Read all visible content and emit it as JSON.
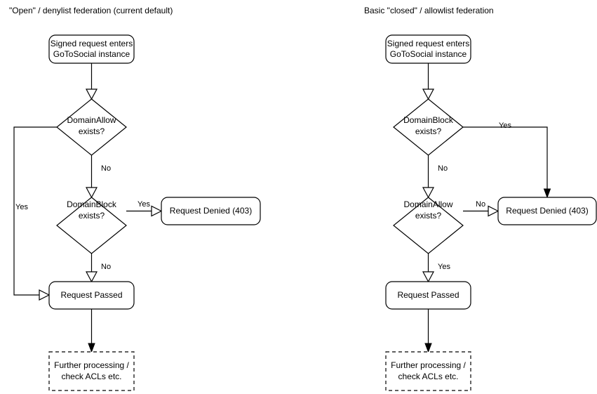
{
  "diagram": {
    "title_left": "\"Open\" / denylist federation (current default)",
    "title_right": "Basic \"closed\" / allowlist federation",
    "colors": {
      "stroke": "#000000",
      "fill": "#ffffff",
      "text": "#000000",
      "background": "#ffffff"
    }
  },
  "left_flow": {
    "title": "\"Open\" / denylist federation (current default)",
    "nodes": {
      "entry_line1": "Signed request enters",
      "entry_line2": "GoToSocial instance",
      "decision1_line1": "DomainAllow",
      "decision1_line2": "exists?",
      "decision2_line1": "DomainBlock",
      "decision2_line2": "exists?",
      "denied": "Request Denied (403)",
      "passed": "Request Passed",
      "further_line1": "Further processing /",
      "further_line2": "check ACLs etc."
    },
    "edge_labels": {
      "allow_yes": "Yes",
      "allow_no": "No",
      "block_yes": "Yes",
      "block_no": "No"
    }
  },
  "right_flow": {
    "title": "Basic \"closed\" / allowlist federation",
    "nodes": {
      "entry_line1": "Signed request enters",
      "entry_line2": "GoToSocial instance",
      "decision1_line1": "DomainBlock",
      "decision1_line2": "exists?",
      "decision2_line1": "DomainAllow",
      "decision2_line2": "exists?",
      "denied": "Request Denied (403)",
      "passed": "Request Passed",
      "further_line1": "Further processing /",
      "further_line2": "check ACLs etc."
    },
    "edge_labels": {
      "block_yes": "Yes",
      "block_no": "No",
      "allow_no": "No",
      "allow_yes": "Yes"
    }
  }
}
